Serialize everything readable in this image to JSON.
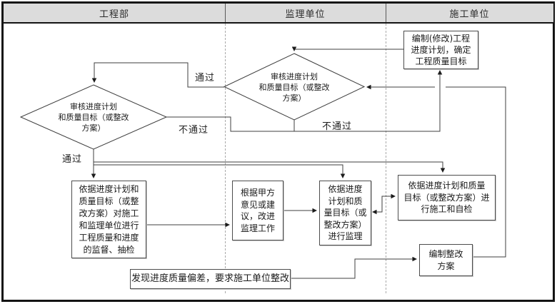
{
  "header": {
    "columns": [
      {
        "label": "工程部"
      },
      {
        "label": "监理单位"
      },
      {
        "label": "施工单位"
      }
    ]
  },
  "nodes": {
    "plan": {
      "text": "编制(修改)工程\n进度计划，确定\n工程质量目标"
    },
    "review_supervisor": {
      "text": "审核进度计划\n和质量目标（或整改\n方案）"
    },
    "review_dept": {
      "text": "审核进度计划\n和质量目标（或整改\n方案）"
    },
    "supervise": {
      "text": "依据进度计划和\n质量目标（或整\n改方案）对施工\n和监理单位进行\n工程质量和进度\n的监督、抽检"
    },
    "advice": {
      "text": "根据甲方\n意见或建\n议，改进\n监理工作"
    },
    "supervise_per_plan": {
      "text": "依据进度\n计划和质\n量目标（或\n整改方案）\n进行监理"
    },
    "construct": {
      "text": "依据进度计划和质量\n目标（或整改方案）进\n行施工和自检"
    },
    "rectify": {
      "text": "编制整改\n方案"
    },
    "deviation": {
      "text": "发现进度质量偏差，要求施工单位整改"
    }
  },
  "labels": {
    "pass_top": "通过",
    "pass_bottom": "通过",
    "fail_left": "不通过",
    "fail_mid": "不通过"
  },
  "colors": {
    "header_bg": "#dcdcdc",
    "frame_border": "#141414",
    "line": "#3f3f3f",
    "box_border": "#4d4d4d",
    "lane_divider": "#a9a9a9"
  }
}
